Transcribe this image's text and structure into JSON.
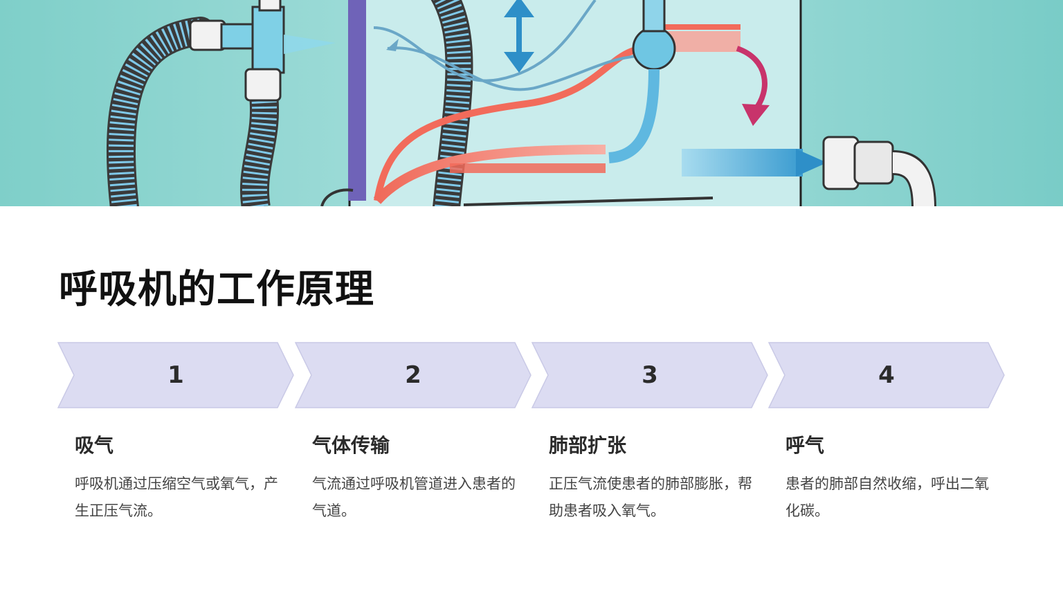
{
  "title": "呼吸机的工作原理",
  "colors": {
    "banner_bg": "#8fd3cf",
    "chevron_fill": "#dcdcf2",
    "chevron_stroke": "#c9c9e6",
    "heading_text": "#2a2a2a",
    "body_text": "#444444"
  },
  "banner": {
    "description_icon": "ventilator-illustration"
  },
  "steps": [
    {
      "number": "1",
      "heading": "吸气",
      "description": "呼吸机通过压缩空气或氧气，产生正压气流。"
    },
    {
      "number": "2",
      "heading": "气体传输",
      "description": "气流通过呼吸机管道进入患者的气道。"
    },
    {
      "number": "3",
      "heading": "肺部扩张",
      "description": "正压气流使患者的肺部膨胀，帮助患者吸入氧气。"
    },
    {
      "number": "4",
      "heading": "呼气",
      "description": "患者的肺部自然收缩，呼出二氧化碳。"
    }
  ]
}
